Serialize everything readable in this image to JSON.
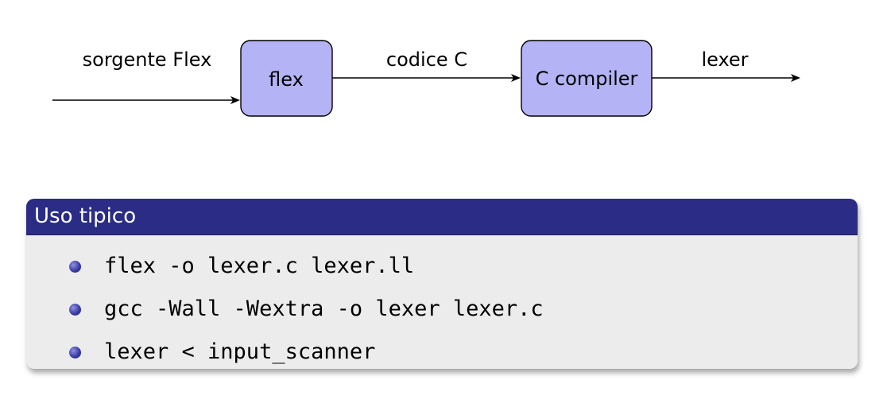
{
  "diagram": {
    "nodes": [
      {
        "id": "flex",
        "label": "flex"
      },
      {
        "id": "ccompiler",
        "label": "C compiler"
      }
    ],
    "edges": [
      {
        "from": "",
        "to": "flex",
        "label": "sorgente Flex"
      },
      {
        "from": "flex",
        "to": "ccompiler",
        "label": "codice C"
      },
      {
        "from": "ccompiler",
        "to": "",
        "label": "lexer"
      }
    ],
    "colors": {
      "node_fill": "#b3b3f5",
      "block_title_bg": "#2b2c85",
      "block_body_bg": "#ececec"
    }
  },
  "block": {
    "title": "Uso tipico",
    "items": [
      {
        "text": "flex -o lexer.c lexer.ll"
      },
      {
        "text": "gcc -Wall -Wextra -o lexer lexer.c"
      },
      {
        "text": "lexer < input_scanner"
      }
    ]
  }
}
